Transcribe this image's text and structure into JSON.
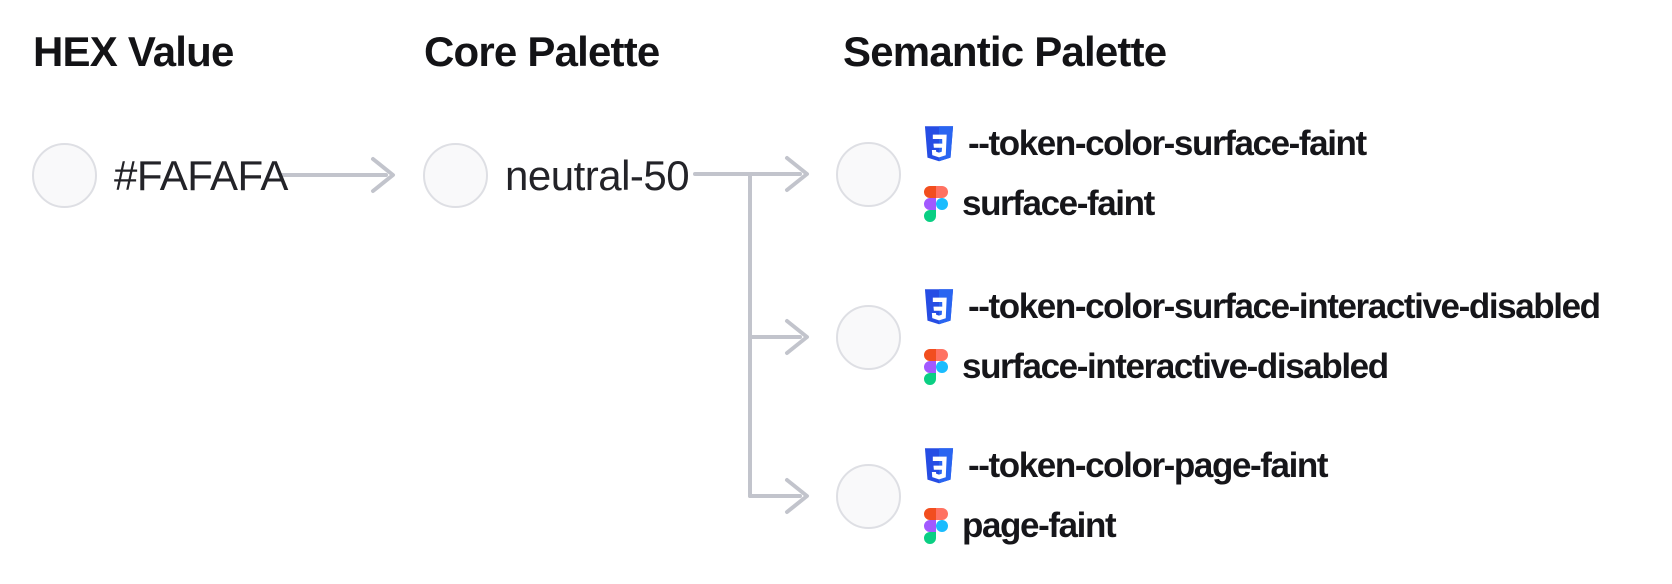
{
  "diagram_title": "color-token-mapping",
  "columns": {
    "hex": {
      "header": "HEX Value",
      "swatch_hex": "#FAFAFA",
      "label": "#FAFAFA"
    },
    "core": {
      "header": "Core Palette",
      "swatch_hex": "#FAFAFA",
      "label": "neutral-50"
    },
    "semantic": {
      "header": "Semantic Palette",
      "rows": [
        {
          "swatch_hex": "#FAFAFA",
          "css_token": "--token-color-surface-faint",
          "figma_token": "surface-faint"
        },
        {
          "swatch_hex": "#FAFAFA",
          "css_token": "--token-color-surface-interactive-disabled",
          "figma_token": "surface-interactive-disabled"
        },
        {
          "swatch_hex": "#FAFAFA",
          "css_token": "--token-color-page-faint",
          "figma_token": "page-faint"
        }
      ]
    }
  },
  "icons": {
    "css": "css3-shield-icon",
    "figma": "figma-logo-icon"
  },
  "colors": {
    "swatch_fill": "#F9F9FA",
    "swatch_border": "#DEDFE4",
    "arrow": "#C2C4CC",
    "heading_text": "#131316",
    "token_text": "#16161A",
    "css_icon_blue_left": "#264DE4",
    "css_icon_blue_right": "#2965F1",
    "css_icon_glyph": "#FFFFFF",
    "figma_red": "#F24E1E",
    "figma_salmon": "#FF7262",
    "figma_purple": "#A259FF",
    "figma_blue": "#1ABCFE",
    "figma_green": "#0ACF83"
  }
}
